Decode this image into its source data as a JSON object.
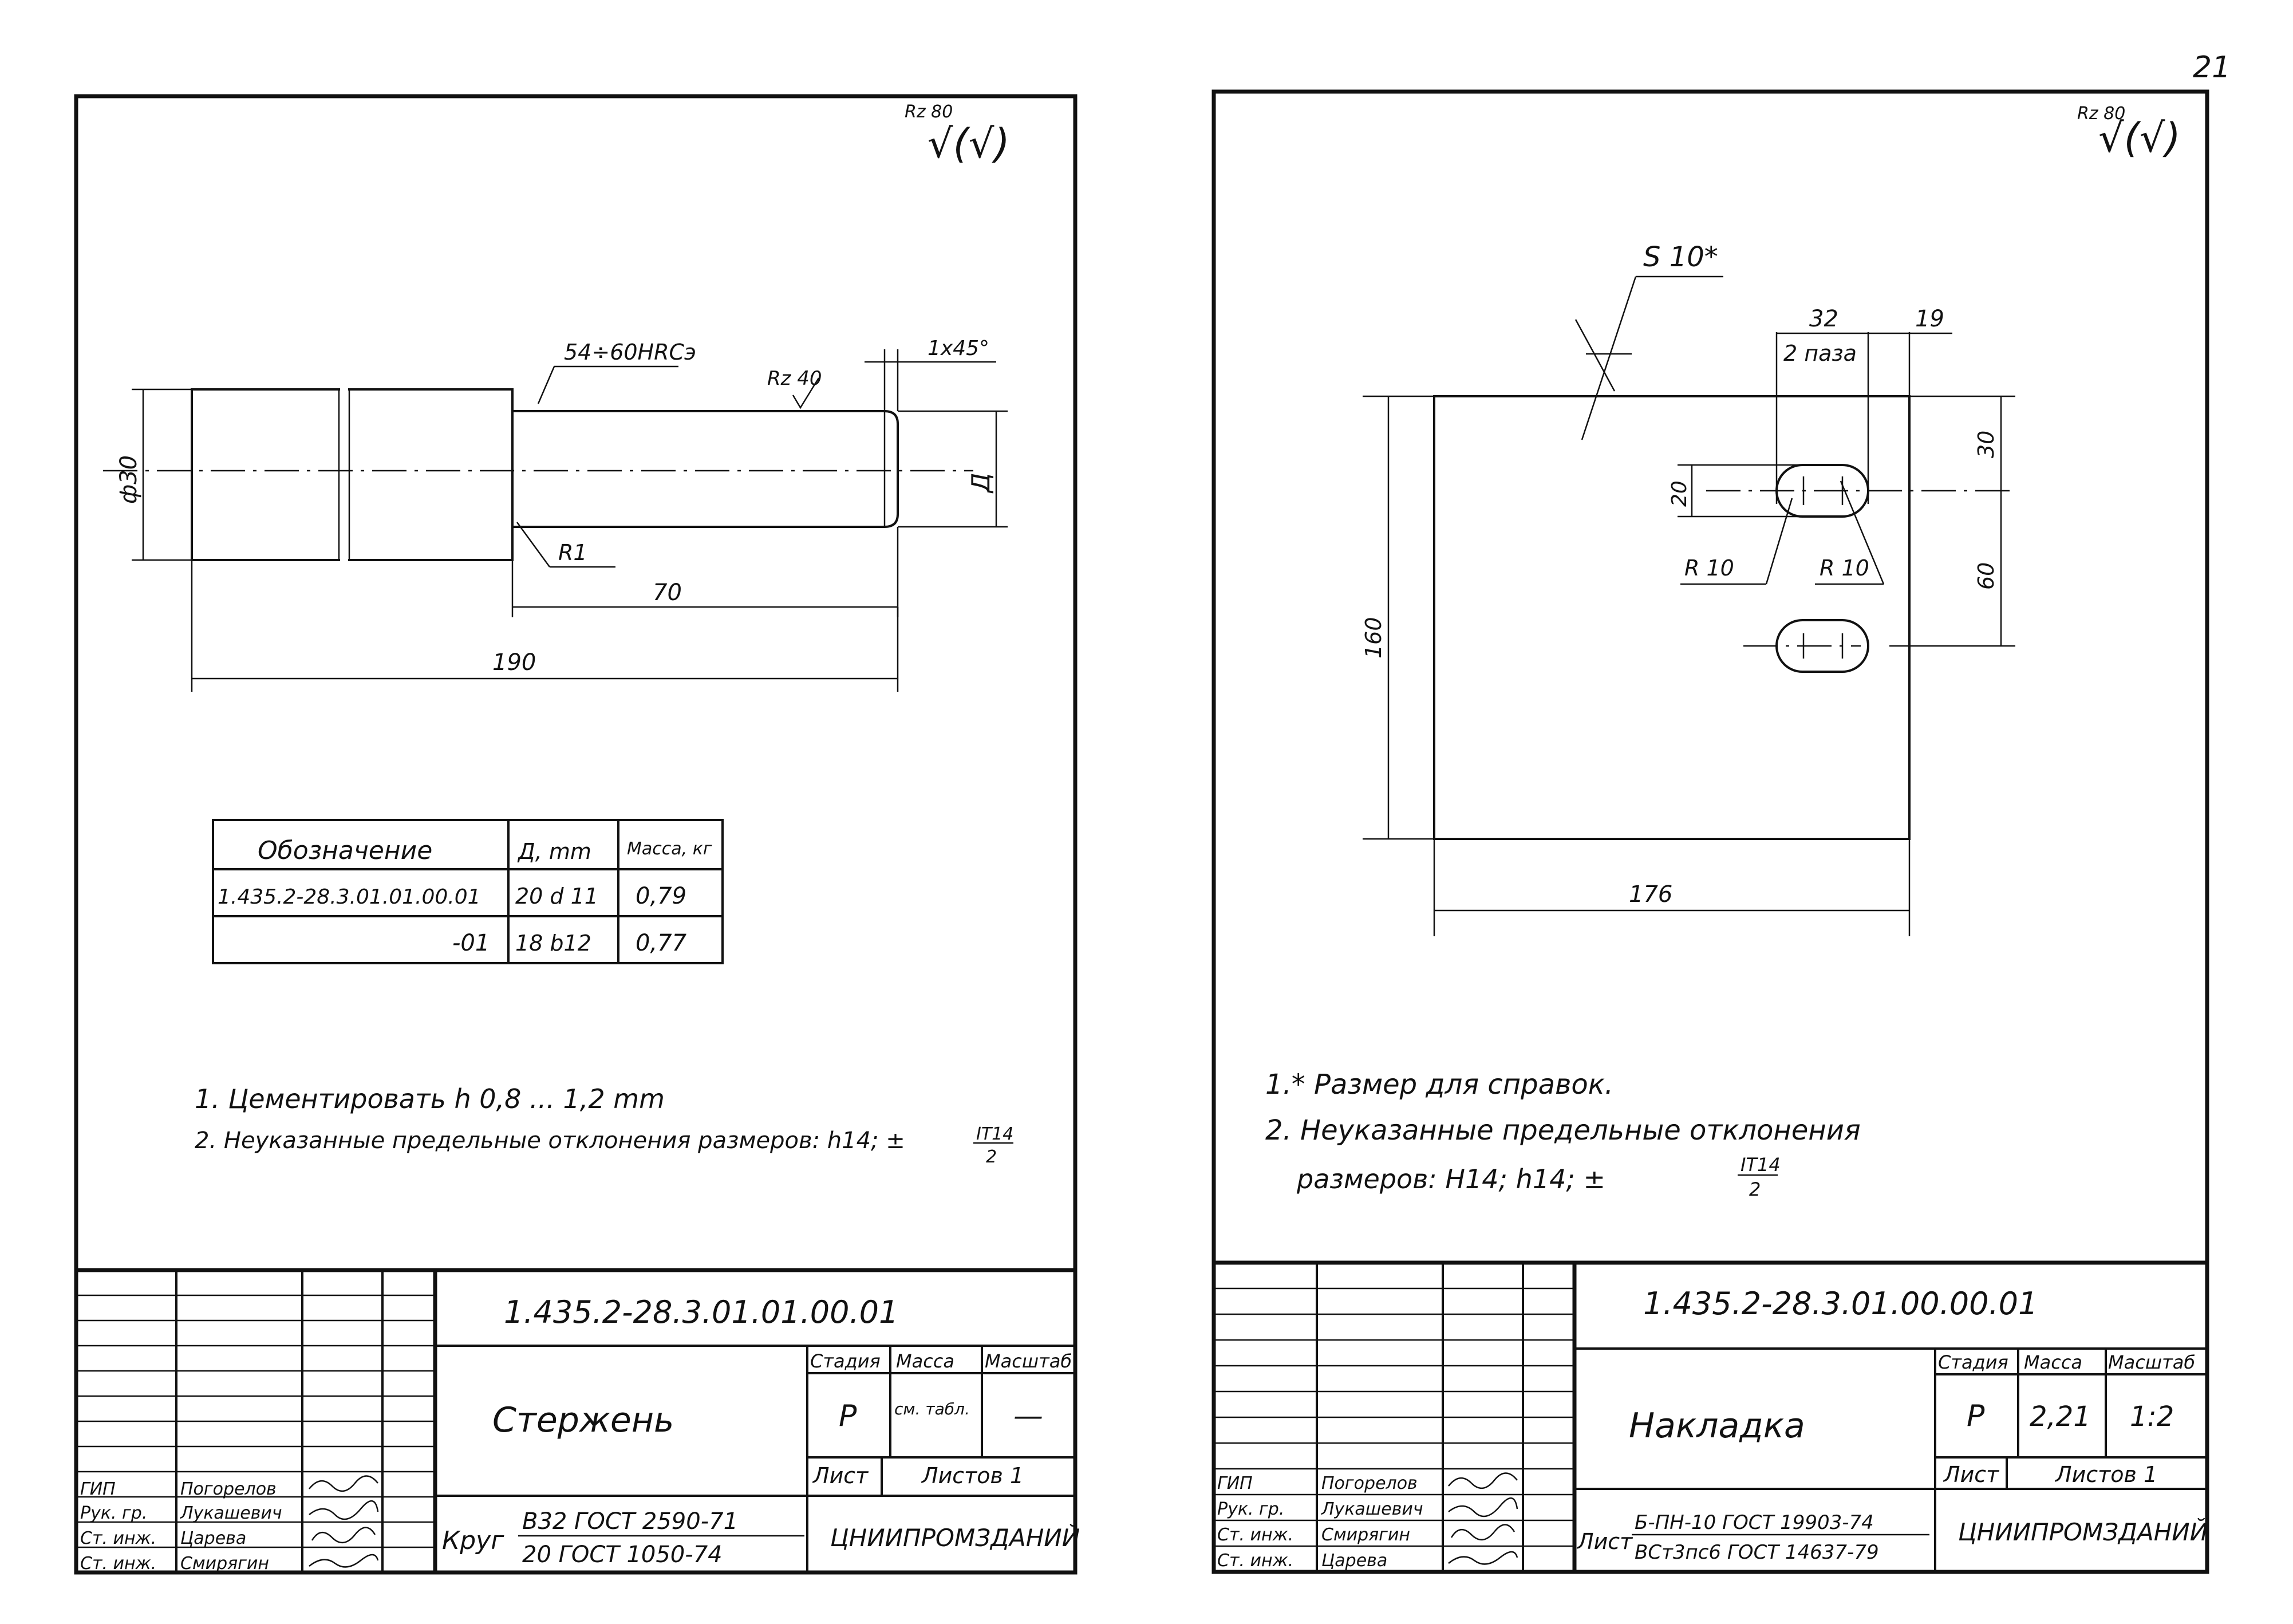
{
  "page_number": "21",
  "sheet1": {
    "roughness_general": "Rz 80",
    "roughness_symbol": "√(√)",
    "drawing": {
      "hardness": "54÷60HRCэ",
      "chamfer": "1x45°",
      "roughness_local": "Rz 40",
      "diameter": "ф30",
      "diameter_var": "Д",
      "radius": "R1",
      "length_short": "70",
      "length_total": "190"
    },
    "variants_table": {
      "headers": [
        "Обозначение",
        "Д, mm",
        "Масса, кг"
      ],
      "rows": [
        [
          "1.435.2-28.3.01.01.00.01",
          "20 d 11",
          "0,79"
        ],
        [
          "-01",
          "18 b12",
          "0,77"
        ]
      ]
    },
    "notes": [
      "1. Цементировать h 0,8 ... 1,2 mm",
      "2. Неуказанные предельные отклонения размеров: h14; ±",
      "IT14",
      "2"
    ],
    "title_block": {
      "designation": "1.435.2-28.3.01.01.00.01",
      "name": "Стержень",
      "col_headers": [
        "Стадия",
        "Масса",
        "Масштаб"
      ],
      "stage": "Р",
      "mass": "см. табл.",
      "scale": "—",
      "sheet_label": "Лист",
      "sheets_label": "Листов 1",
      "organization": "ЦНИИПРОМЗДАНИЙ",
      "material_prefix": "Круг",
      "material_line1": "В32  ГОСТ 2590-71",
      "material_line2": "20  ГОСТ 1050-74",
      "staff": [
        {
          "role": "ГИП",
          "name": "Погорелов"
        },
        {
          "role": "Рук. гр.",
          "name": "Лукашевич"
        },
        {
          "role": "Ст. инж.",
          "name": "Царева"
        },
        {
          "role": "Ст. инж.",
          "name": "Смирягин"
        }
      ]
    }
  },
  "sheet2": {
    "roughness_general": "Rz 80",
    "roughness_symbol": "√(√)",
    "drawing": {
      "thickness": "S 10*",
      "slot_width": "32",
      "slot_count": "2 паза",
      "slot_offset": "19",
      "slot_height": "20",
      "top_offset": "30",
      "slot_spacing": "60",
      "height": "160",
      "width": "176",
      "radius_left": "R 10",
      "radius_right": "R 10"
    },
    "notes": [
      "1.* Размер для справок.",
      "2. Неуказанные предельные отклонения",
      "размеров: H14; h14; ±",
      "IT14",
      "2"
    ],
    "title_block": {
      "designation": "1.435.2-28.3.01.00.00.01",
      "name": "Накладка",
      "col_headers": [
        "Стадия",
        "Масса",
        "Масштаб"
      ],
      "stage": "Р",
      "mass": "2,21",
      "scale": "1:2",
      "sheet_label": "Лист",
      "sheets_label": "Листов 1",
      "organization": "ЦНИИПРОМЗДАНИЙ",
      "material_prefix": "Лист",
      "material_line1": "Б-ПН-10 ГОСТ 19903-74",
      "material_line2": "ВСт3пс6 ГОСТ 14637-79",
      "staff": [
        {
          "role": "ГИП",
          "name": "Погорелов"
        },
        {
          "role": "Рук. гр.",
          "name": "Лукашевич"
        },
        {
          "role": "Ст. инж.",
          "name": "Смирягин"
        },
        {
          "role": "Ст. инж.",
          "name": "Царева"
        }
      ]
    }
  }
}
